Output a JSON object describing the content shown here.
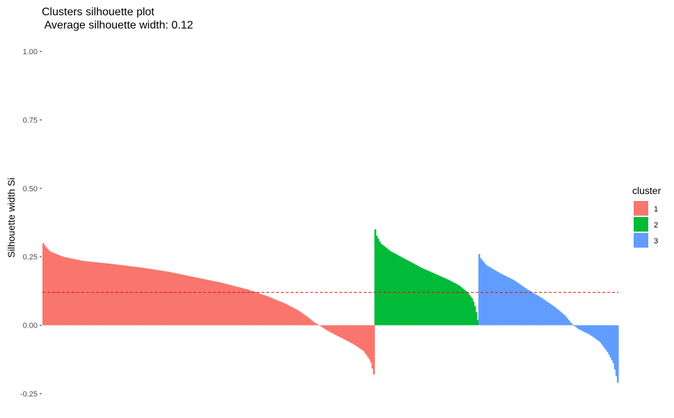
{
  "chart_data": {
    "type": "bar",
    "title": "Clusters silhouette plot",
    "subtitle": " Average silhouette width: 0.12",
    "xlabel": "",
    "ylabel": "Silhouette width Si",
    "ylim": [
      -0.25,
      1.0
    ],
    "yticks": [
      "-0.25",
      "0.00",
      "0.25",
      "0.50",
      "0.75",
      "1.00"
    ],
    "grid": false,
    "legend_position": "right",
    "legend_title": "cluster",
    "average_line": 0.12,
    "average_line_color": "#ff0000",
    "series": [
      {
        "name": "1",
        "color": "#f8766d",
        "sample_count": 230,
        "profile": [
          [
            0,
            0.3
          ],
          [
            0.005,
            0.29
          ],
          [
            0.02,
            0.27
          ],
          [
            0.06,
            0.25
          ],
          [
            0.12,
            0.235
          ],
          [
            0.2,
            0.225
          ],
          [
            0.3,
            0.21
          ],
          [
            0.38,
            0.195
          ],
          [
            0.46,
            0.175
          ],
          [
            0.54,
            0.155
          ],
          [
            0.62,
            0.13
          ],
          [
            0.68,
            0.105
          ],
          [
            0.73,
            0.08
          ],
          [
            0.77,
            0.055
          ],
          [
            0.8,
            0.03
          ],
          [
            0.82,
            0.01
          ],
          [
            0.835,
            0.0
          ],
          [
            0.86,
            -0.02
          ],
          [
            0.9,
            -0.045
          ],
          [
            0.94,
            -0.07
          ],
          [
            0.97,
            -0.095
          ],
          [
            0.99,
            -0.13
          ],
          [
            1.0,
            -0.18
          ]
        ]
      },
      {
        "name": "2",
        "color": "#00ba38",
        "sample_count": 72,
        "profile": [
          [
            0,
            0.35
          ],
          [
            0.01,
            0.33
          ],
          [
            0.05,
            0.3
          ],
          [
            0.15,
            0.27
          ],
          [
            0.3,
            0.24
          ],
          [
            0.45,
            0.21
          ],
          [
            0.6,
            0.185
          ],
          [
            0.72,
            0.165
          ],
          [
            0.82,
            0.145
          ],
          [
            0.9,
            0.12
          ],
          [
            0.95,
            0.095
          ],
          [
            0.98,
            0.06
          ],
          [
            1.0,
            0.02
          ]
        ]
      },
      {
        "name": "3",
        "color": "#619cff",
        "sample_count": 97,
        "profile": [
          [
            0,
            0.26
          ],
          [
            0.01,
            0.245
          ],
          [
            0.05,
            0.22
          ],
          [
            0.15,
            0.19
          ],
          [
            0.25,
            0.165
          ],
          [
            0.35,
            0.13
          ],
          [
            0.45,
            0.1
          ],
          [
            0.55,
            0.065
          ],
          [
            0.62,
            0.035
          ],
          [
            0.66,
            0.01
          ],
          [
            0.68,
            0.0
          ],
          [
            0.72,
            -0.015
          ],
          [
            0.8,
            -0.035
          ],
          [
            0.87,
            -0.06
          ],
          [
            0.93,
            -0.1
          ],
          [
            0.97,
            -0.14
          ],
          [
            1.0,
            -0.21
          ]
        ]
      }
    ]
  }
}
